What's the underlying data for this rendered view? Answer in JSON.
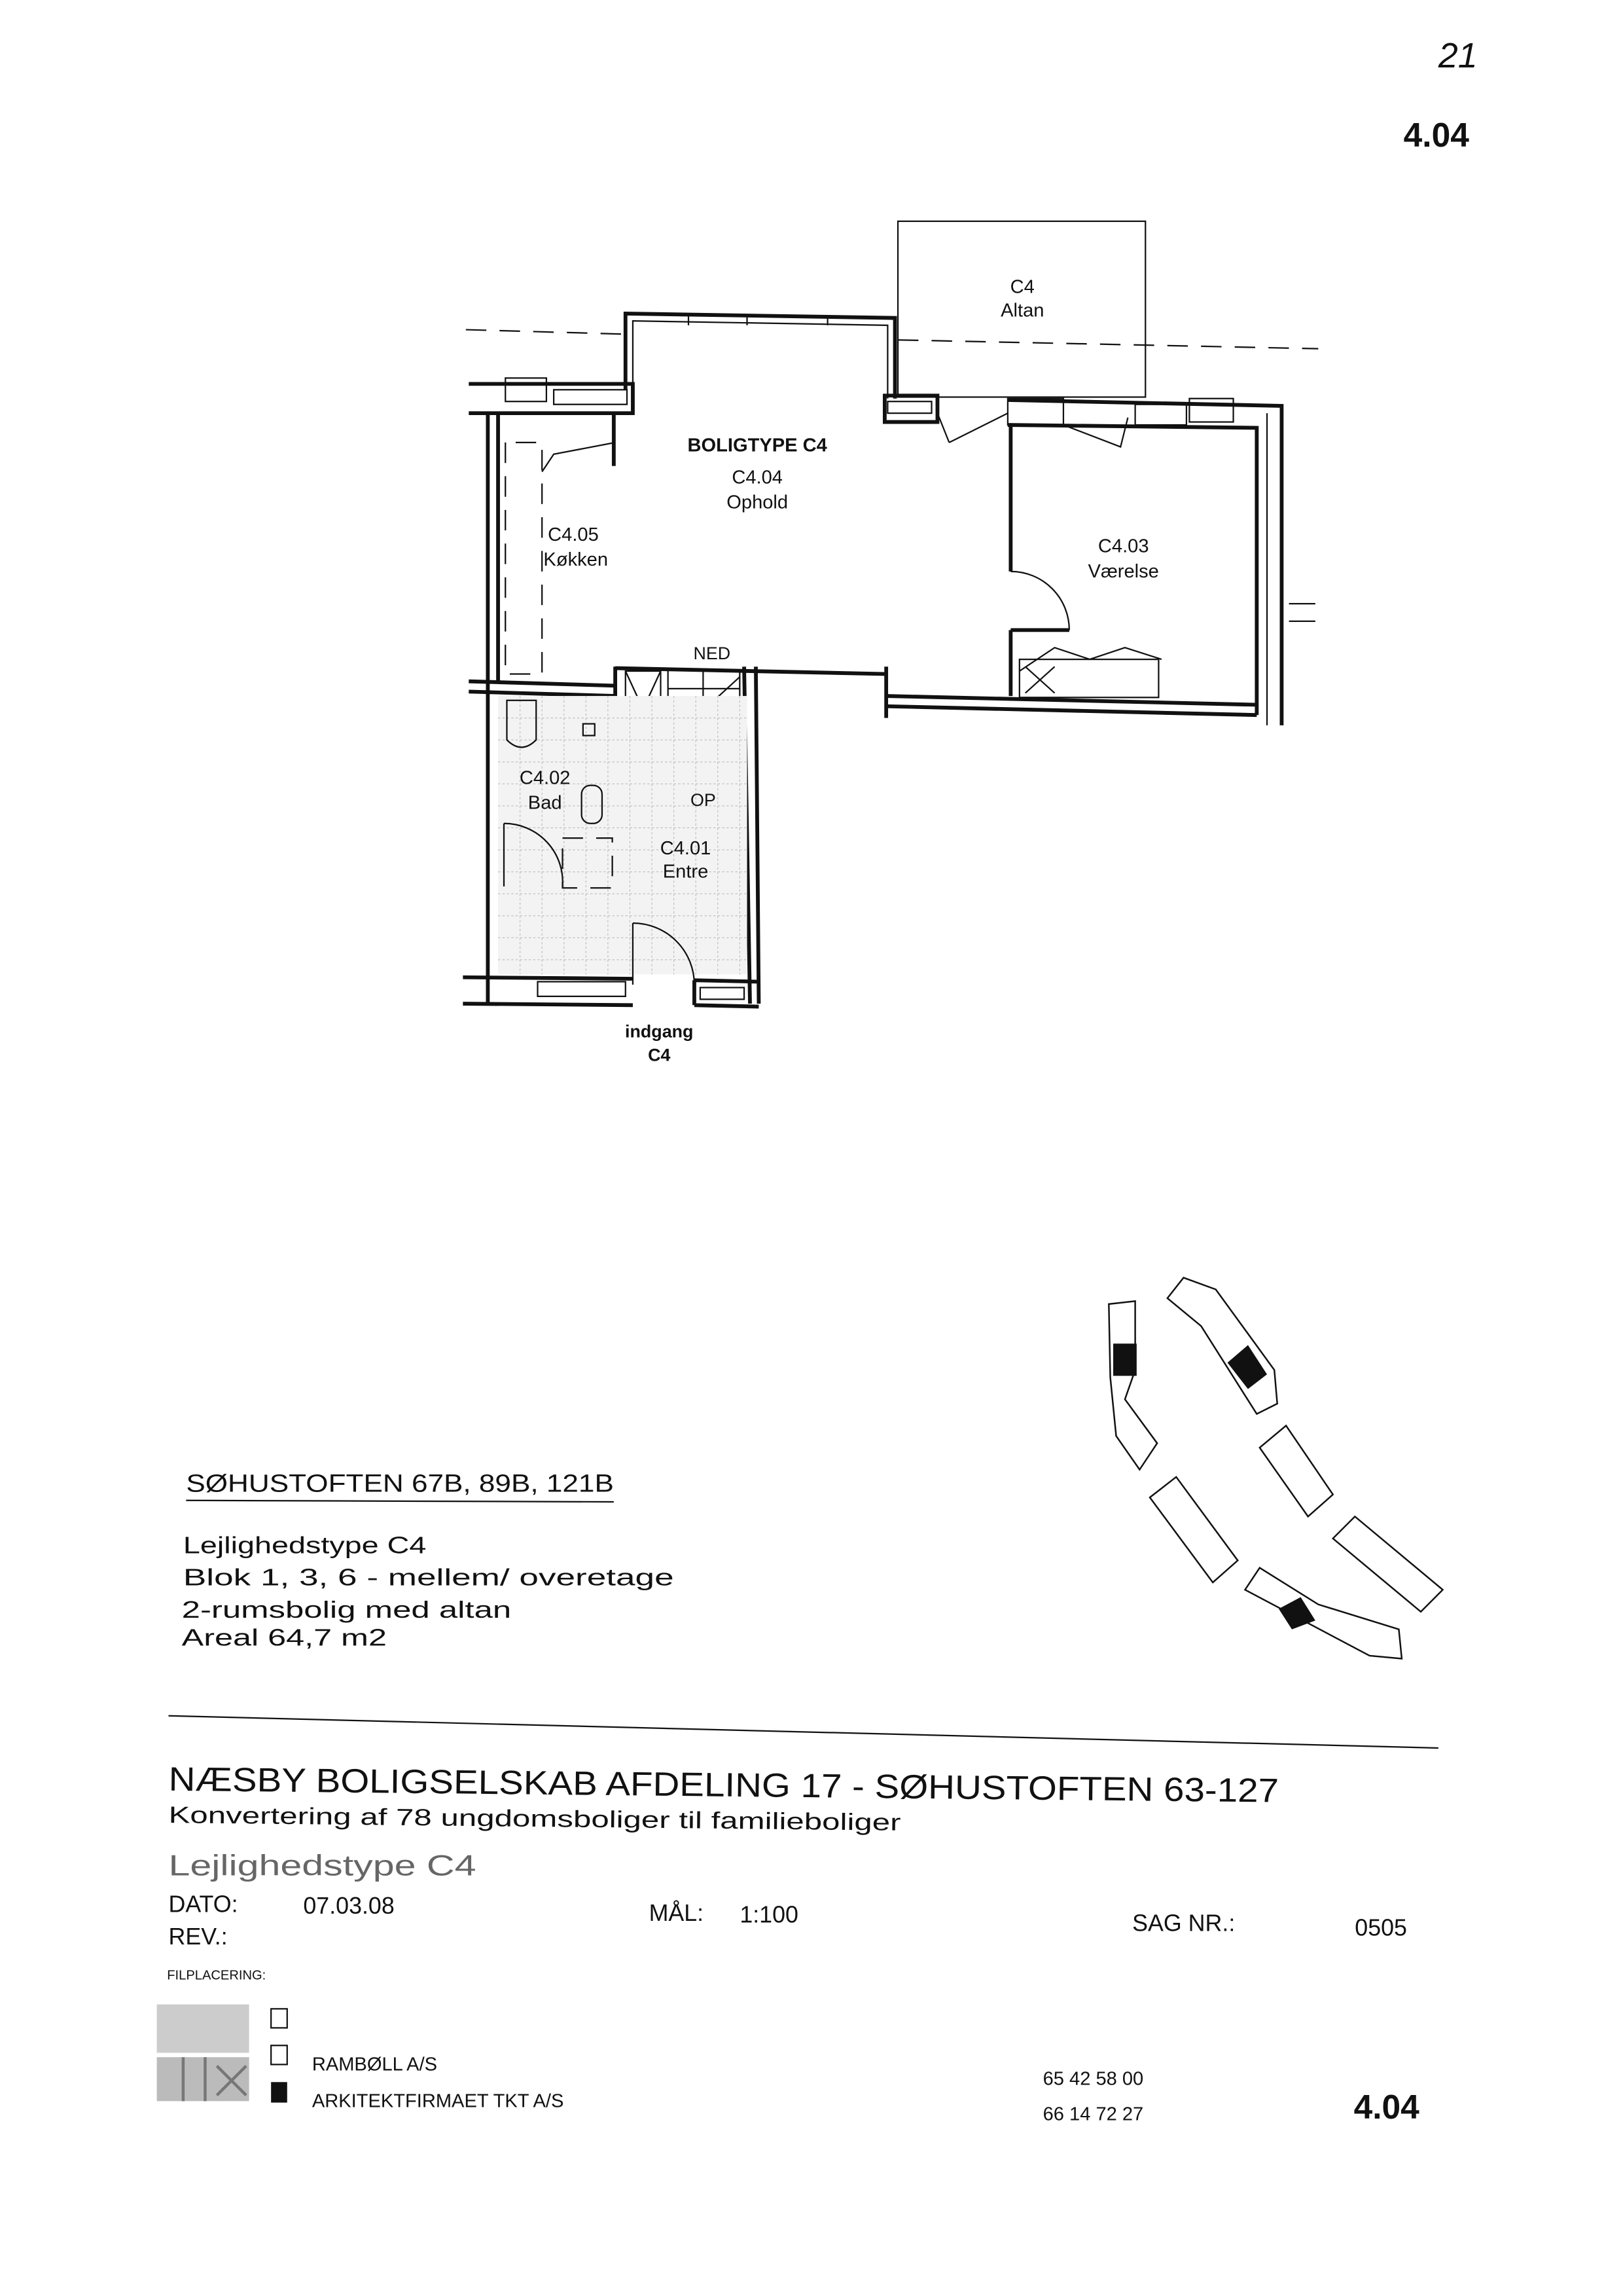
{
  "page": {
    "handwritten_number": "21",
    "sheet_number_top": "4.04"
  },
  "plan": {
    "type_label": "BOLIGTYPE C4",
    "rooms": [
      {
        "id": "C4.04",
        "name": "Ophold"
      },
      {
        "id": "C4.05",
        "name": "Køkken"
      },
      {
        "id": "C4.03",
        "name": "Værelse"
      },
      {
        "id": "C4.02",
        "name": "Bad"
      },
      {
        "id": "C4.01",
        "name": "Entre"
      }
    ],
    "balcony": {
      "id": "C4",
      "name": "Altan"
    },
    "stair_down": "NED",
    "stair_up": "OP",
    "entrance": {
      "label": "indgang",
      "id": "C4"
    }
  },
  "address_block": {
    "address": "SØHUSTOFTEN 67B, 89B, 121B",
    "lines": [
      "Lejlighedstype C4",
      "Blok 1, 3, 6 - mellem/ overetage",
      "2-rumsbolig med altan",
      "Areal 64,7 m2"
    ]
  },
  "title_block": {
    "title": "NÆSBY BOLIGSELSKAB AFDELING 17 - SØHUSTOFTEN 63-127",
    "subtitle": "Konvertering af 78 ungdomsboliger til familieboliger",
    "drawing_name": "Lejlighedstype C4",
    "date_label": "DATO:",
    "date_value": "07.03.08",
    "rev_label": "REV.:",
    "scale_label": "MÅL:",
    "scale_value": "1:100",
    "case_label": "SAG NR.:",
    "case_value": "0505",
    "file_label": "FILPLACERING:",
    "firms": [
      {
        "name": "",
        "checked": false
      },
      {
        "name": "RAMBØLL A/S",
        "checked": false
      },
      {
        "name": "ARKITEKTFIRMAET TKT A/S",
        "checked": true
      }
    ],
    "phones": [
      "65 42 58 00",
      "66 14 72 27"
    ],
    "sheet_number": "4.04"
  }
}
